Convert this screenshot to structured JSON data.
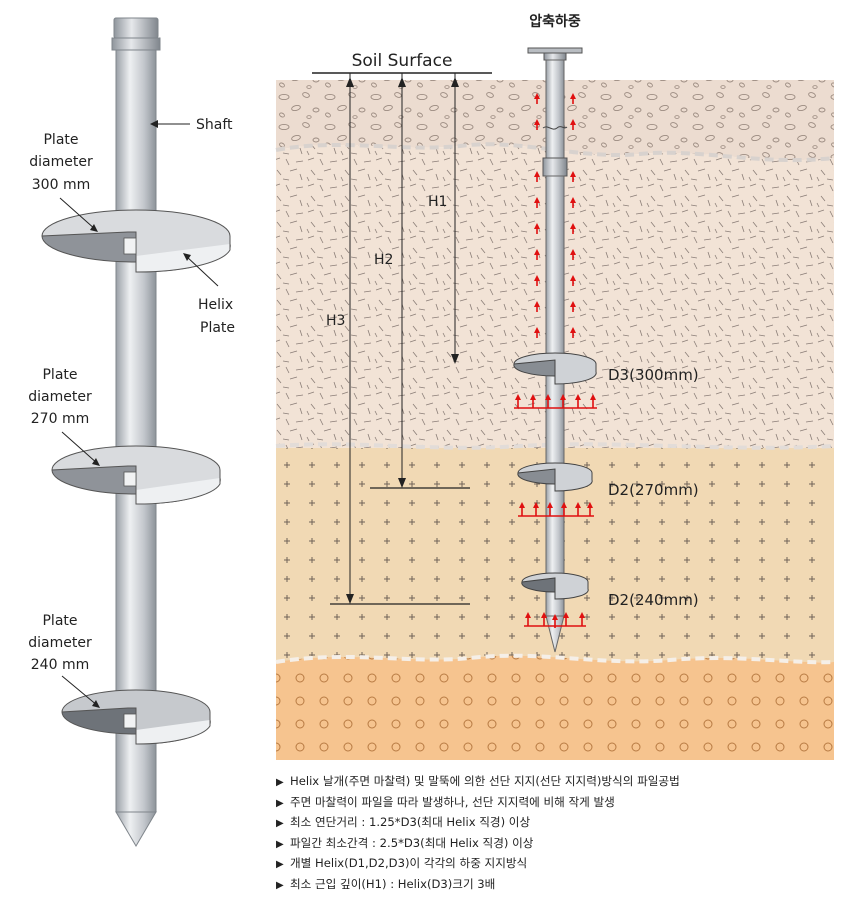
{
  "left_figure": {
    "shaft_label": "Shaft",
    "helix_label": [
      "Helix",
      "Plate"
    ],
    "plates": [
      {
        "lines": [
          "Plate",
          "diameter",
          "300 mm"
        ]
      },
      {
        "lines": [
          "Plate",
          "diameter",
          "270 mm"
        ]
      },
      {
        "lines": [
          "Plate",
          "diameter",
          "240 mm"
        ]
      }
    ]
  },
  "right_figure": {
    "load_label": "압축하중",
    "surface_label": "Soil Surface",
    "depth_labels": [
      "H1",
      "H2",
      "H3"
    ],
    "helix_labels": [
      "D3(300mm)",
      "D2(270mm)",
      "D2(240mm)"
    ]
  },
  "notes": [
    "Helix 날개(주면 마찰력) 및 말뚝에 의한 선단 지지(선단 지지력)방식의 파일공법",
    "주면 마찰력이 파일을 따라 발생하나, 선단 지지력에 비해 작게 발생",
    "최소 연단거리 : 1.25*D3(최대 Helix 직경) 이상",
    "파일간 최소간격 : 2.5*D3(최대 Helix 직경) 이상",
    "개별 Helix(D1,D2,D3)이 각각의 하중 지지방식",
    "최소 근입 깊이(H1) : Helix(D3)크기 3배"
  ],
  "colors": {
    "layer_top": "#ecdcd0",
    "layer_mid": "#f2e3d6",
    "layer_sand": "#f1d9b4",
    "layer_base": "#f6c48f",
    "arrow_red": "#e01010",
    "shaft_grey": "#c9ccd1"
  },
  "icons": {
    "bullet": "▶"
  }
}
